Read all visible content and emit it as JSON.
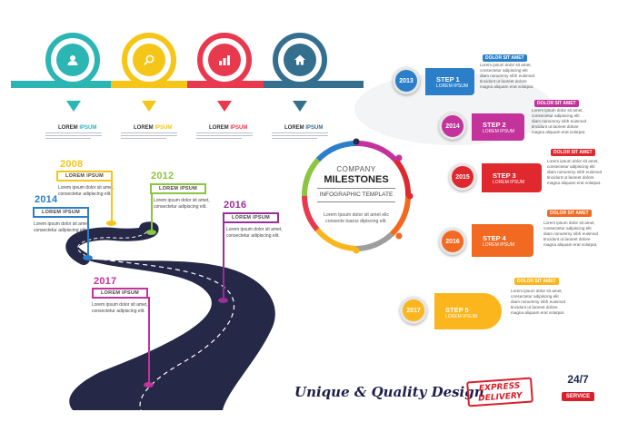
{
  "colors": {
    "teal": "#2bb5b3",
    "yellow": "#f5c518",
    "red": "#e8394f",
    "steel": "#34708e",
    "blue": "#2b7fc9",
    "magenta": "#c4329b",
    "crimson": "#e0282f",
    "orange": "#f26a21",
    "amber": "#fbb61e",
    "green": "#8cc540",
    "purple": "#9a2f97",
    "navy": "#252847"
  },
  "top_timeline": {
    "items": [
      {
        "icon": "user-icon",
        "label_prefix": "LOREM",
        "label_highlight": "IPSUM"
      },
      {
        "icon": "search-icon",
        "label_prefix": "LOREM",
        "label_highlight": "IPSUM"
      },
      {
        "icon": "chart-icon",
        "label_prefix": "LOREM",
        "label_highlight": "IPSUM"
      },
      {
        "icon": "home-icon",
        "label_prefix": "LOREM",
        "label_highlight": "IPSUM"
      }
    ]
  },
  "road": {
    "milestones": [
      {
        "year": "2008",
        "flag": "LOREM IPSUM",
        "text1": "Lorem ipsum dolor sit amet,",
        "text2": "consectetur adipiscing elit."
      },
      {
        "year": "2014",
        "flag": "LOREM IPSUM",
        "text1": "Lorem ipsum dolor sit amet,",
        "text2": "consectetur adipiscing elit."
      },
      {
        "year": "2012",
        "flag": "LOREM IPSUM",
        "text1": "Lorem ipsum dolor sit amet,",
        "text2": "consectetur adipiscing elit."
      },
      {
        "year": "2016",
        "flag": "LOREM IPSUM",
        "text1": "Lorem ipsum dolor sit amet,",
        "text2": "consectetur adipiscing elit."
      },
      {
        "year": "2017",
        "flag": "LOREM IPSUM",
        "text1": "Lorem ipsum dolor sit amet,",
        "text2": "consectetur adipiscing elit."
      }
    ]
  },
  "milestones_circle": {
    "company": "COMPANY",
    "milestones": "MILESTONES",
    "subtitle": "INFOGRAPHIC TEMPLATE",
    "body1": "Lorem Ipsum dolor sit amet elic",
    "body2": "consecte tuarus dipiscing elit."
  },
  "steps": [
    {
      "year": "2013",
      "step": "STEP 1",
      "sub": "LOREM IPSUM",
      "tag": "DOLOR SIT AMET"
    },
    {
      "year": "2014",
      "step": "STEP 2",
      "sub": "LOREM IPSUM",
      "tag": "DOLOR SIT AMET"
    },
    {
      "year": "2015",
      "step": "STEP 3",
      "sub": "LOREM IPSUM",
      "tag": "DOLOR SIT AMET"
    },
    {
      "year": "2016",
      "step": "STEP 4",
      "sub": "LOREM IPSUM",
      "tag": "DOLOR SIT AMET"
    },
    {
      "year": "2017",
      "step": "STEP 5",
      "sub": "LOREM IPSUM",
      "tag": "DOLOR SIT AMET"
    }
  ],
  "step_desc": {
    "l1": "Lorem ipsum dolor sit amet,",
    "l2": "consectetur adipiscing elit",
    "l3": "diam nonummy nibh euismod",
    "l4": "tincidunt ut laoreet dolore",
    "l5": "magna aliquam erat volutpat."
  },
  "footer": {
    "tagline": "Unique & Quality Design",
    "express": "EXPRESS",
    "delivery": "DELIVERY",
    "badge_247": "24/7",
    "service": "SERVICE"
  }
}
